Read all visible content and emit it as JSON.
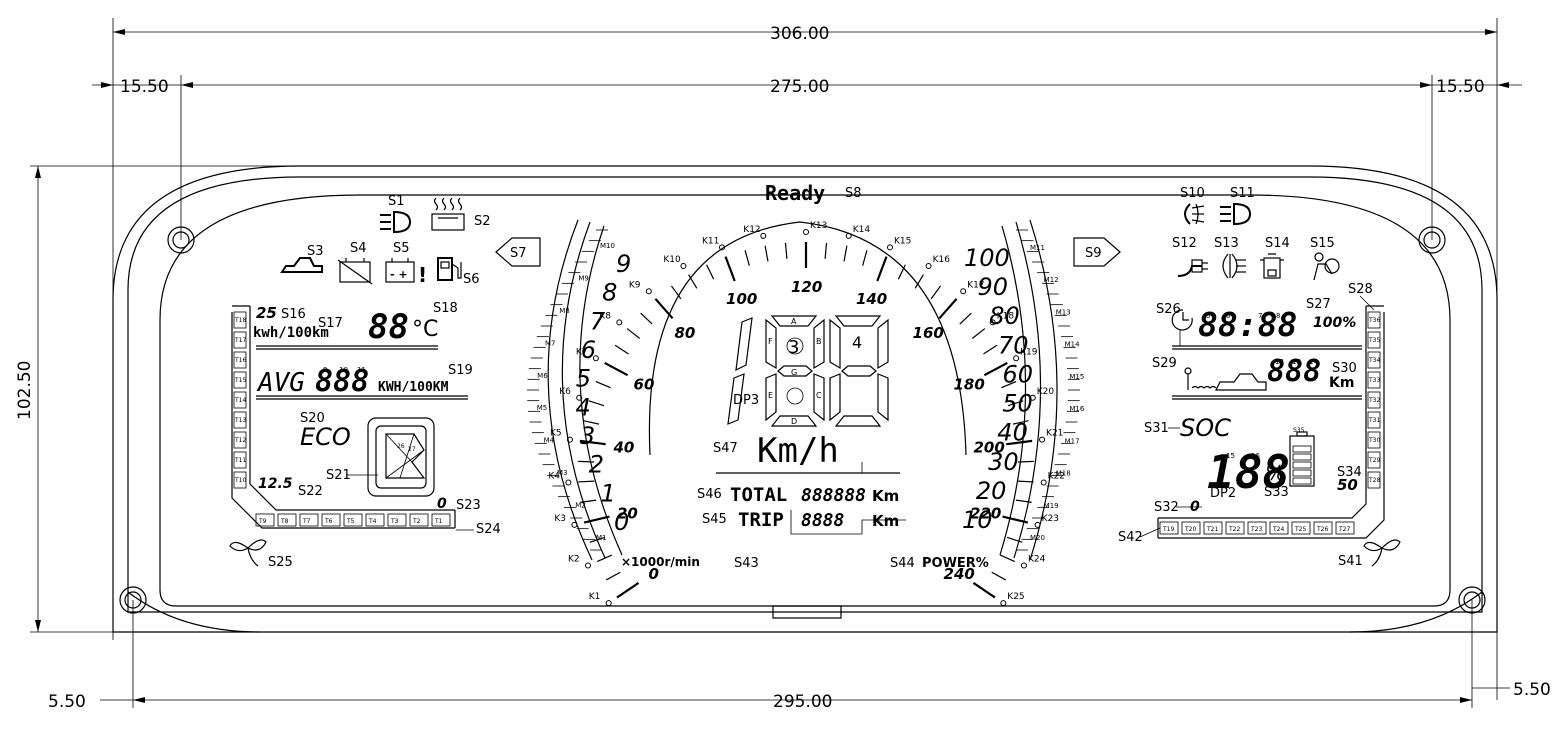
{
  "dimensions": {
    "overall_width": "306.00",
    "inner_width": "275.00",
    "left_margin": "15.50",
    "right_margin": "15.50",
    "height": "102.50",
    "bottom_width": "295.00",
    "bottom_left_margin": "5.50",
    "bottom_right_margin": "5.50"
  },
  "center": {
    "ready": "Ready",
    "ready_id": "S8",
    "digit_hint": "3",
    "digit_hint2": "4",
    "seg_labels": [
      "A",
      "B",
      "C",
      "D",
      "E",
      "F",
      "G"
    ],
    "dp3": "DP3",
    "unit": "Km/h",
    "unit_id": "S47",
    "total_label": "TOTAL",
    "total_id": "S46",
    "total_digits": "888888",
    "total_unit": "Km",
    "trip_label": "TRIP",
    "trip_id": "S45",
    "trip_digits": "8888",
    "trip_unit": "Km"
  },
  "speed_ticks": [
    {
      "v": "0",
      "k": "K1"
    },
    {
      "v": "20",
      "k": "K3"
    },
    {
      "v": "40",
      "k": "K4"
    },
    {
      "v": "60",
      "k": "K6"
    },
    {
      "v": "80",
      "k": "K8"
    },
    {
      "v": "100",
      "k": "K10"
    },
    {
      "v": "120",
      "k": "K12"
    },
    {
      "v": "140",
      "k": "K14"
    },
    {
      "v": "160",
      "k": "K16"
    },
    {
      "v": "180",
      "k": "K18"
    },
    {
      "v": "200",
      "k": "K20"
    },
    {
      "v": "220",
      "k": "K22"
    },
    {
      "v": "240",
      "k": "K24"
    }
  ],
  "k_labels": [
    "K1",
    "K2",
    "K3",
    "K4",
    "K5",
    "K6",
    "K7",
    "K8",
    "K9",
    "K10",
    "K11",
    "K12",
    "K13",
    "K14",
    "K15",
    "K16",
    "K17",
    "K18",
    "K19",
    "K20",
    "K21",
    "K22",
    "K23",
    "K24",
    "K25"
  ],
  "rpm": {
    "numbers": [
      "0",
      "1",
      "2",
      "3",
      "4",
      "5",
      "6",
      "7",
      "8",
      "9"
    ],
    "m_labels": [
      "M1",
      "M2",
      "M3",
      "M4",
      "M5",
      "M6",
      "M7",
      "M8",
      "M9",
      "M10"
    ],
    "unit": "×1000r/min",
    "unit_id": "S43"
  },
  "power": {
    "numbers": [
      "10",
      "20",
      "30",
      "40",
      "50",
      "60",
      "70",
      "80",
      "90",
      "100"
    ],
    "m_labels": [
      "M20",
      "M19",
      "M18",
      "M17",
      "M16",
      "M15",
      "M14",
      "M13",
      "M12",
      "M11"
    ],
    "unit": "POWER%",
    "unit_id": "S44"
  },
  "left": {
    "s1": "S1",
    "s2": "S2",
    "s3": "S3",
    "s4": "S4",
    "s5": "S5",
    "s6": "S6",
    "s7": "S7",
    "s16_val": "25",
    "s16": "S16",
    "s17": "S17",
    "kwh": "kwh/100km",
    "temp": "88",
    "temp_unit": "°C",
    "s18": "S18",
    "avg": "AVG",
    "avg_digits": "888",
    "avg_small": [
      "9",
      "10",
      "11"
    ],
    "avg_unit": "KWH/100KM",
    "s19": "S19",
    "s20": "S20",
    "eco": "ECO",
    "s21": "S21",
    "gear_small": [
      "26",
      "27"
    ],
    "s22_val": "12.5",
    "s22": "S22",
    "s23_val": "0",
    "s23": "S23",
    "s24": "S24",
    "s25": "S25",
    "t_vertical": [
      "T18",
      "T17",
      "T16",
      "T15",
      "T14",
      "T13",
      "T12",
      "T11",
      "T10"
    ],
    "t_bottom": [
      "T9",
      "T8",
      "T7",
      "T6",
      "T5",
      "T4",
      "T3",
      "T2",
      "T1"
    ]
  },
  "right": {
    "s9": "S9",
    "s10": "S10",
    "s11": "S11",
    "s12": "S12",
    "s13": "S13",
    "s14": "S14",
    "s15": "S15",
    "s26": "S26",
    "clock": "88:88",
    "clock_small": [
      "5",
      "6",
      "7",
      "8"
    ],
    "s27_val": "100%",
    "s27": "S27",
    "s28": "S28",
    "s29": "S29",
    "odo_digits": "888",
    "odo_small": [
      "12",
      "13",
      "14"
    ],
    "odo_unit": "Km",
    "s30": "S30",
    "s31": "S31",
    "soc": "SOC",
    "soc_digits": "188",
    "soc_small": [
      "15",
      "16"
    ],
    "soc_pct": "%",
    "dp2": "DP2",
    "s33": "S33",
    "s35": "S35",
    "s34_val": "50",
    "s34": "S34",
    "s32_val": "0",
    "s32": "S32",
    "s42": "S42",
    "s41": "S41",
    "t_vertical": [
      "T36",
      "T35",
      "T34",
      "T33",
      "T32",
      "T31",
      "T30",
      "T29",
      "T28"
    ],
    "t_bottom": [
      "T19",
      "T20",
      "T21",
      "T22",
      "T23",
      "T24",
      "T25",
      "T26",
      "T27"
    ]
  }
}
